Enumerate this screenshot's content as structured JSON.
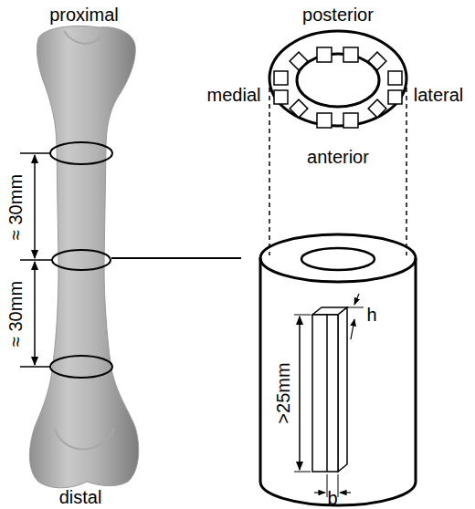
{
  "diagram": {
    "labels": [
      "proximal",
      "≈ 30mm",
      "≈ 30mm",
      "distal",
      "posterior",
      "medial",
      "lateral",
      "anterior",
      ">25mm",
      "h",
      "b"
    ]
  }
}
